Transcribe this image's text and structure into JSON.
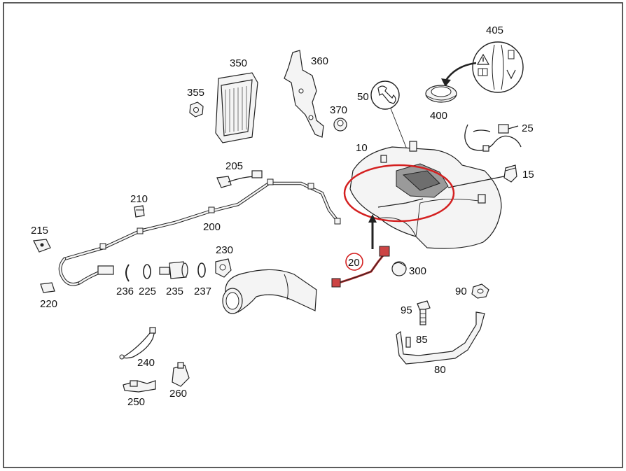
{
  "colors": {
    "frame": "#333333",
    "highlight": "#d42020",
    "harness": "#b92a2a"
  },
  "labels": {
    "p405": "405",
    "p400": "400",
    "p350": "350",
    "p360": "360",
    "p355": "355",
    "p370": "370",
    "p50": "50",
    "p25": "25",
    "p10": "10",
    "p15": "15",
    "p205": "205",
    "p210": "210",
    "p200": "200",
    "p215": "215",
    "p220": "220",
    "p230": "230",
    "p236": "236",
    "p225": "225",
    "p235": "235",
    "p237": "237",
    "p20": "20",
    "p300": "300",
    "p90": "90",
    "p95": "95",
    "p85": "85",
    "p80": "80",
    "p240": "240",
    "p250": "250",
    "p260": "260"
  },
  "icons": [
    "wrench-icon",
    "warning-icon",
    "manual-icon",
    "fuel-icon"
  ]
}
